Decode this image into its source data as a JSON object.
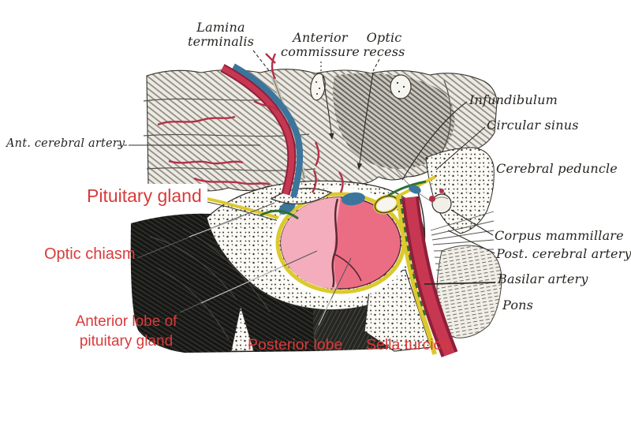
{
  "engraved_labels": {
    "lamina_terminalis": {
      "line1": "Lamina",
      "line2": "terminalis"
    },
    "anterior_commissure": {
      "line1": "Anterior",
      "line2": "commissure"
    },
    "optic_recess": {
      "line1": "Optic",
      "line2": "recess"
    },
    "ant_cerebral_artery": {
      "text": "Ant. cerebral artery"
    },
    "infundibulum": {
      "text": "Infundibulum"
    },
    "circular_sinus": {
      "text": "Circular sinus"
    },
    "cerebral_peduncle": {
      "text": "Cerebral peduncle"
    },
    "corpus_mammillare": {
      "text": "Corpus mammillare"
    },
    "post_cerebral_artery": {
      "text": "Post. cerebral artery"
    },
    "basilar_artery": {
      "text": "Basilar artery"
    },
    "pons": {
      "text": "Pons"
    }
  },
  "highlight_labels": {
    "pituitary_gland": {
      "text": "Pituitary gland"
    },
    "optic_chiasm": {
      "text": "Optic chiasm"
    },
    "anterior_lobe": {
      "line1": "Anterior lobe of",
      "line2": "pituitary gland"
    },
    "posterior_lobe": {
      "text": "Posterior lobe"
    },
    "sella_turcica": {
      "text": "Sella turcica"
    }
  },
  "colors": {
    "highlight_label_red": "#d93a3a",
    "artery_red": "#c73752",
    "vein_blue": "#3c759c",
    "dura_yellow": "#dcc92c",
    "sinus_green": "#2f6f35",
    "gland_pink_light": "#f3adbc",
    "gland_pink_dark": "#ea6d84"
  }
}
